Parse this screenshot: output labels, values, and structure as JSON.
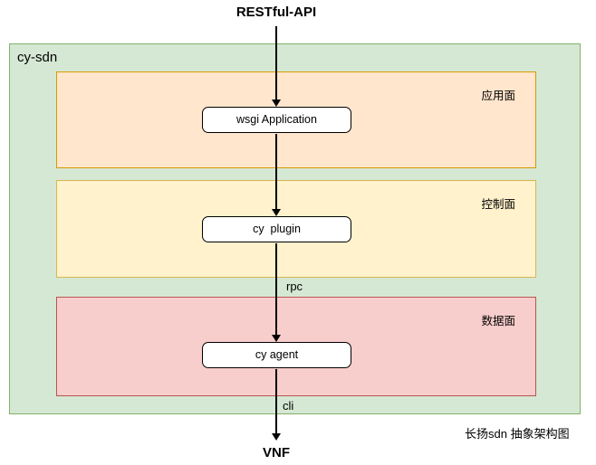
{
  "diagram": {
    "top_label": "RESTful-API",
    "bottom_label": "VNF",
    "caption": "长扬sdn 抽象架构图",
    "container_label": "cy-sdn",
    "layers": [
      {
        "name": "应用面",
        "node": "wsgi Application",
        "fill": "#ffe6cc",
        "stroke": "#d79b00"
      },
      {
        "name": "控制面",
        "node": "cy  plugin",
        "fill": "#fff2cc",
        "stroke": "#d6b656"
      },
      {
        "name": "数据面",
        "node": "cy agent",
        "fill": "#f8cecc",
        "stroke": "#b85450"
      }
    ],
    "edge_labels": {
      "rpc": "rpc",
      "cli": "cli"
    },
    "colors": {
      "container_fill": "#d5e8d4",
      "container_stroke": "#82b366",
      "node_fill": "#ffffff",
      "node_stroke": "#000000",
      "arrow": "#000000",
      "text": "#000000",
      "background": "#ffffff"
    }
  }
}
